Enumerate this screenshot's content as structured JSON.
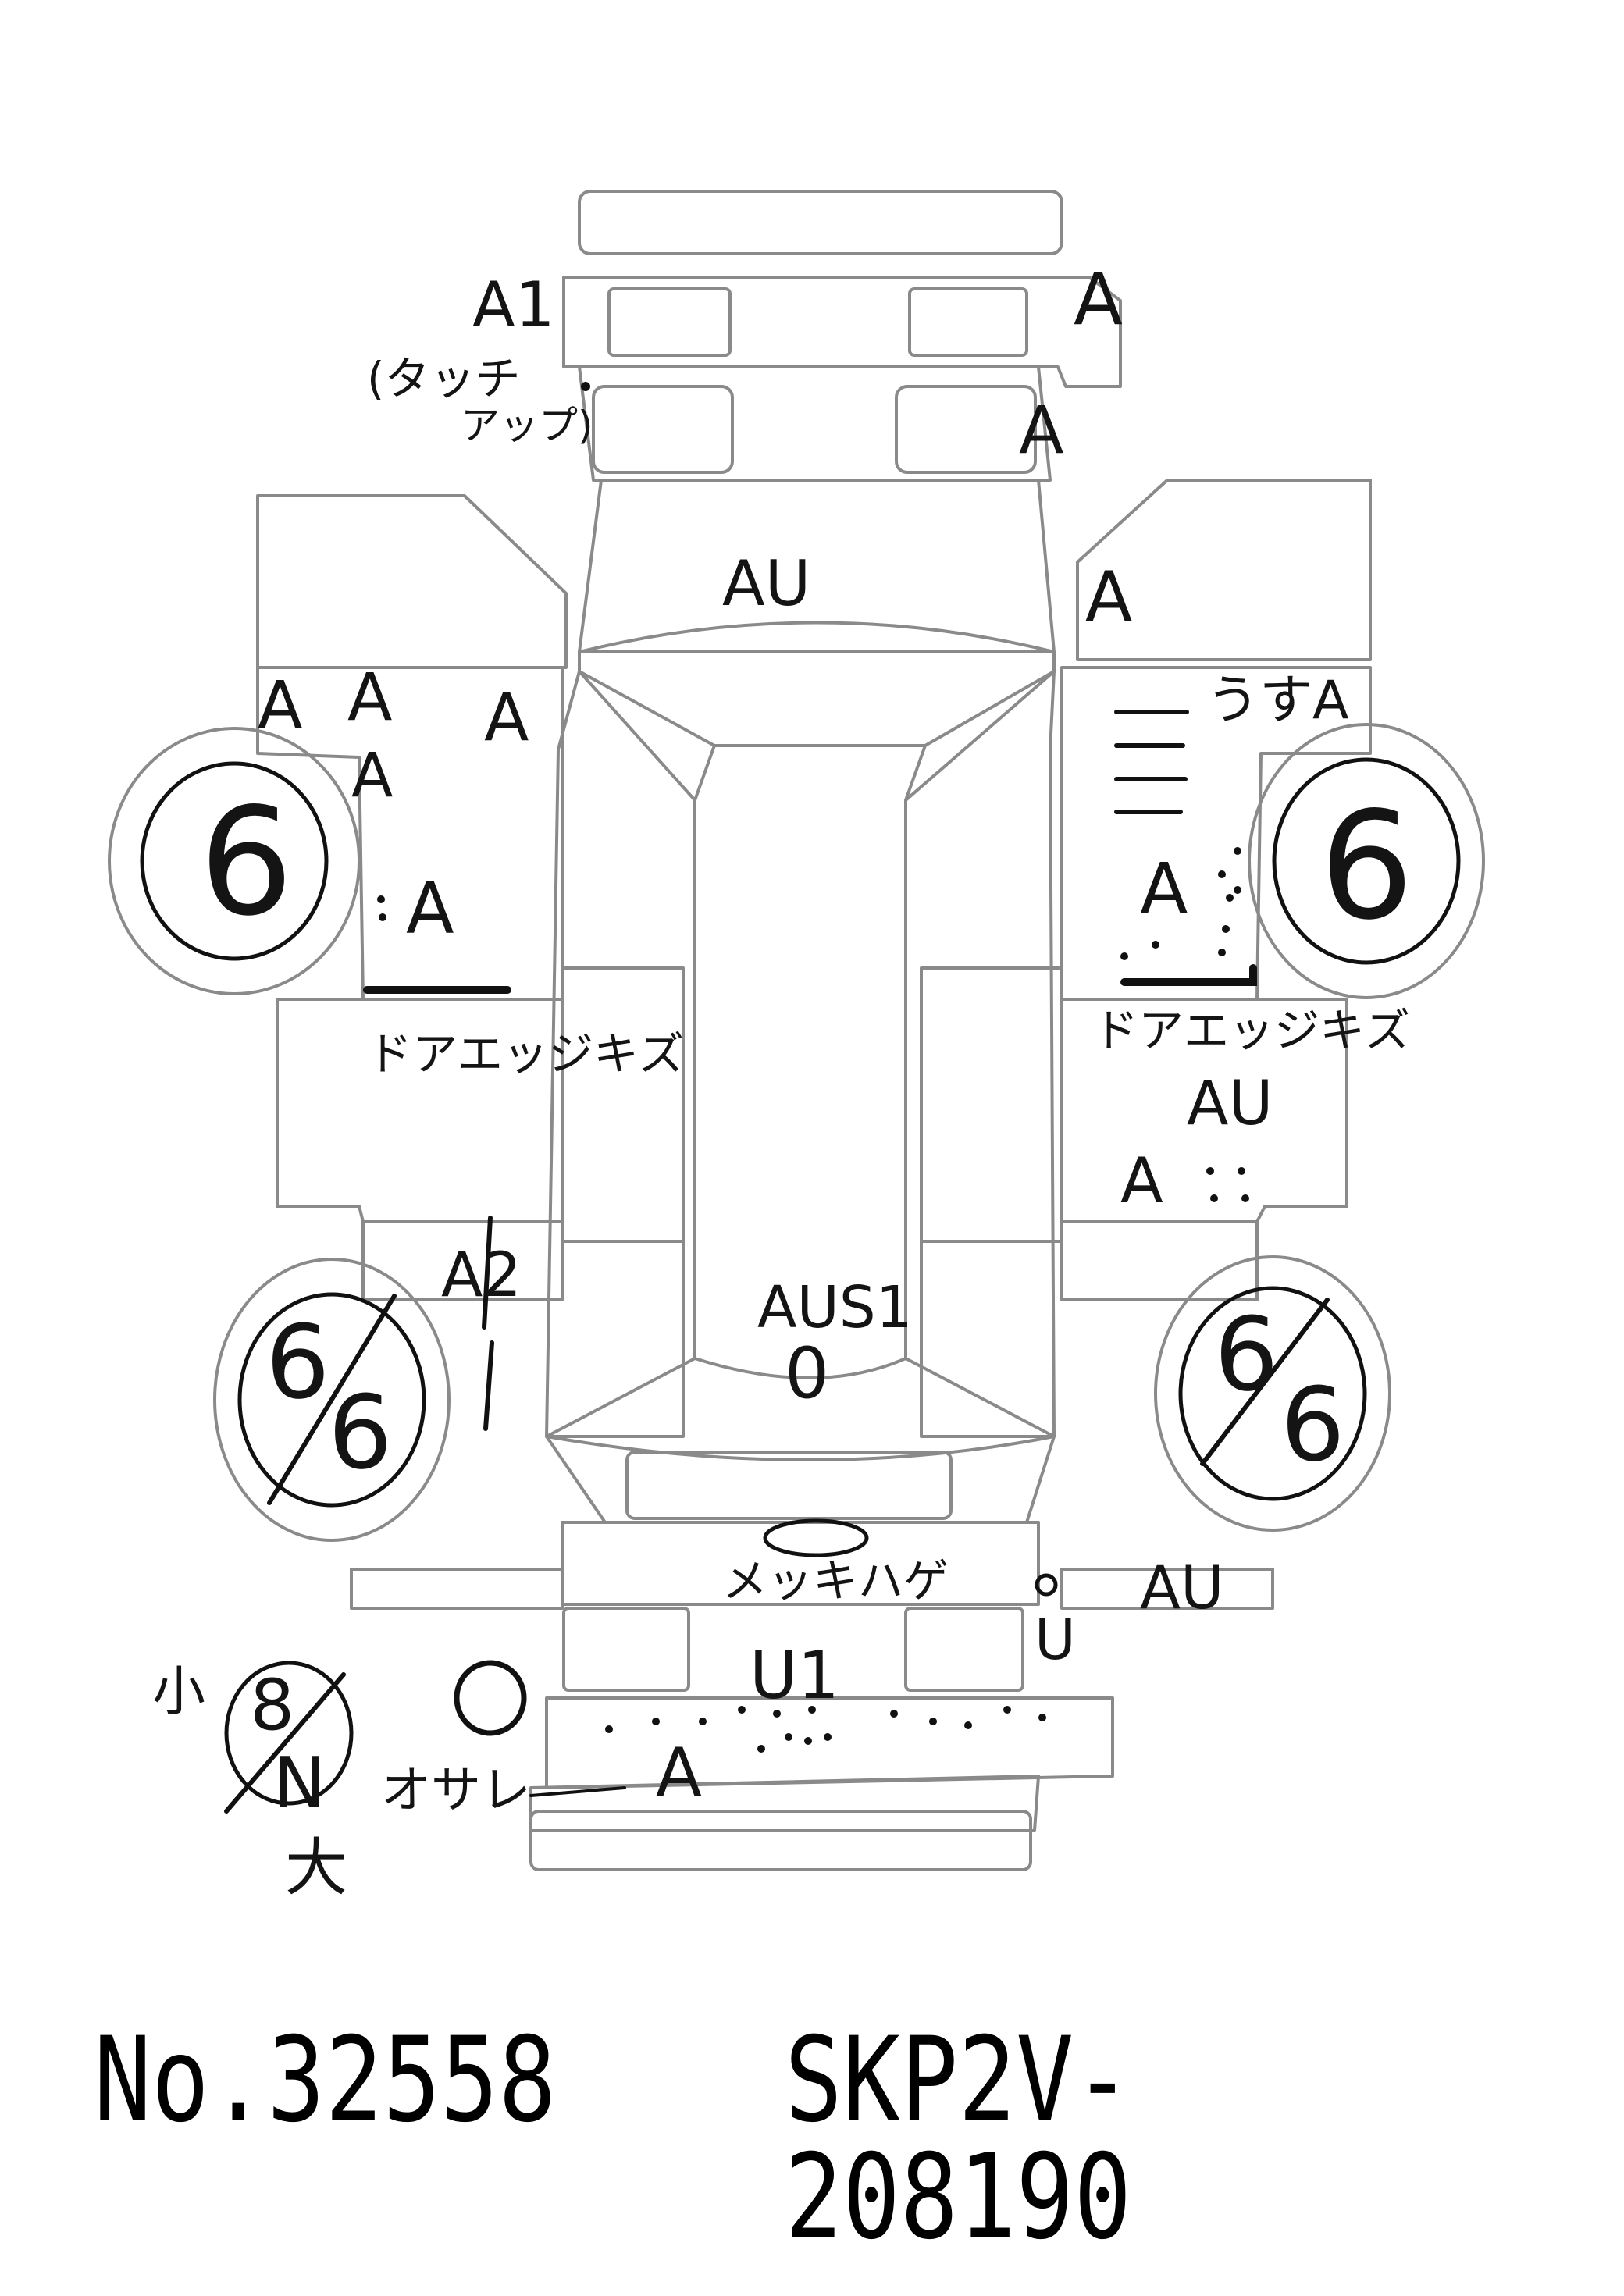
{
  "marks": {
    "front_left_panel": "A1",
    "touch_up_line1": "(タッチ",
    "touch_up_line2": "アップ)",
    "front_right_a": "A",
    "headlamp_right_a": "A",
    "hood": "AU",
    "right_fender": "A",
    "left_fender_a1": "A",
    "left_fender_a2": "A",
    "left_fender_a3": "A",
    "left_fender_a4": "A",
    "left_front_door": "A",
    "left_door_edge": "ドアエッジキズ",
    "right_fender_thin": "うすA",
    "right_front_door": "A",
    "right_door_edge": "ドアエッジキズ",
    "right_rear_door_au": "AU",
    "right_rear_door_a": "A",
    "left_quarter": "A2",
    "roof": "AUS1",
    "roof_zero": "0",
    "plating_peel": "メッキハゲ",
    "rear_right_au": "AU",
    "rear_right_u": "U",
    "tailgate": "U1",
    "rear_bumper": "A",
    "rear_bumper_dent": "オサレ",
    "front_left_tire": "6",
    "front_right_tire": "6",
    "rear_left_tire_top": "6",
    "rear_left_tire_bottom": "6",
    "rear_right_tire_top": "6",
    "rear_right_tire_bottom": "6",
    "spare_size_small": "小",
    "spare_top": "8",
    "spare_bottom": "N",
    "spare_size_large": "大"
  },
  "footer": {
    "stock_number": "No.32558",
    "chassis_number": "SKP2V-208190"
  }
}
